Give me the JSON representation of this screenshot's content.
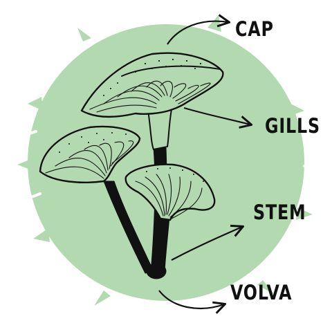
{
  "diagram": {
    "labels": {
      "cap": "CAP",
      "gills": "GILLS",
      "stem": "STEM",
      "volva": "VOLVA"
    },
    "colors": {
      "background_blob": "#b3d9b0",
      "ink": "#111111",
      "mushroom_fill": "#b3d9b0"
    },
    "illustration": "mushroom-cluster-icon"
  }
}
